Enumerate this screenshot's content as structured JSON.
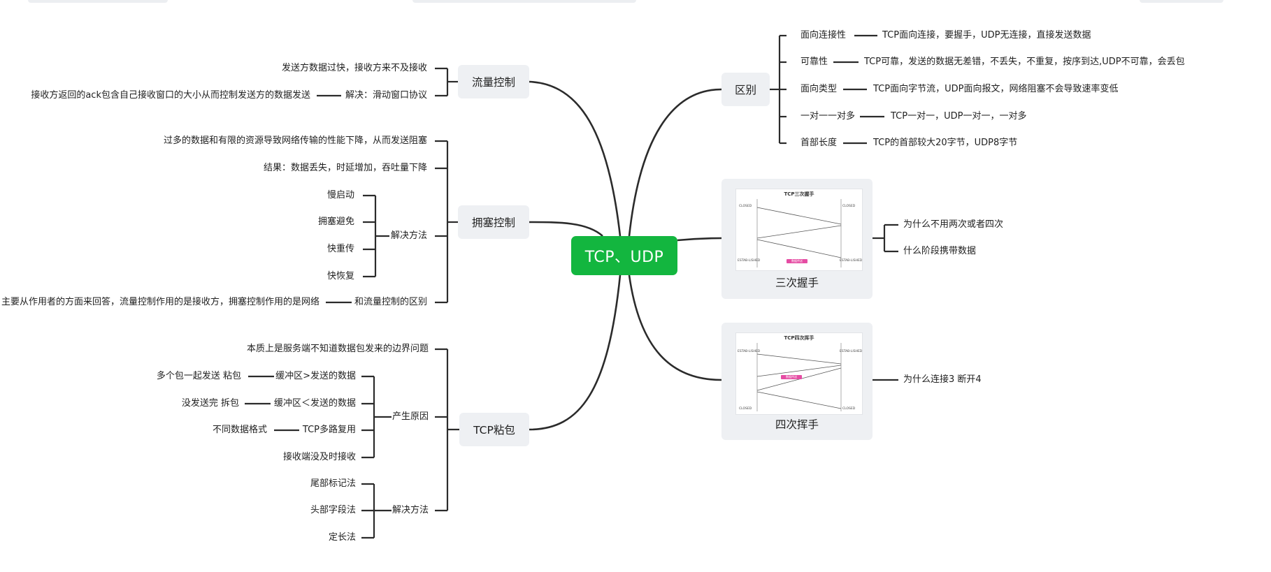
{
  "root": {
    "label": "TCP、UDP"
  },
  "difference": {
    "label": "区别",
    "items": [
      {
        "key": "面向连接性",
        "detail": "TCP面向连接，要握手，UDP无连接，直接发送数据"
      },
      {
        "key": "可靠性",
        "detail": "TCP可靠，发送的数据无差错，不丢失，不重复，按序到达,UDP不可靠，会丢包"
      },
      {
        "key": "面向类型",
        "detail": "TCP面向字节流，UDP面向报文，网络阻塞不会导致速率变低"
      },
      {
        "key": "一对一一对多",
        "detail": "TCP一对一，UDP一对一，一对多"
      },
      {
        "key": "首部长度",
        "detail": "TCP的首部较大20字节，UDP8字节"
      }
    ]
  },
  "handshake": {
    "label": "三次握手",
    "image_title": "TCP三次握手",
    "image_labels": {
      "left_top": "CLOSED",
      "right_top": "CLOSED",
      "left_bottom": "ESTAB-LISHED",
      "right_bottom": "ESTAB-LISHED",
      "tag": "数据传送"
    },
    "items": [
      "为什么不用两次或者四次",
      "什么阶段携带数据"
    ]
  },
  "wave": {
    "label": "四次挥手",
    "image_title": "TCP四次挥手",
    "image_labels": {
      "left_top": "ESTAB-LISHED",
      "right_top": "ESTAB-LISHED",
      "left_bottom": "CLOSED",
      "right_bottom": "CLOSED",
      "tag": "数据传送"
    },
    "items": [
      "为什么连接3 断开4"
    ]
  },
  "flow": {
    "label": "流量控制",
    "reason": "发送方数据过快，接收方来不及接收",
    "solution": "解决：滑动窗口协议",
    "solution_detail": "接收方返回的ack包含自己接收窗口的大小从而控制发送方的数据发送"
  },
  "congestion": {
    "label": "拥塞控制",
    "cause": "过多的数据和有限的资源导致网络传输的性能下降，从而发送阻塞",
    "result": "结果：数据丢失，时延增加，吞吐量下降",
    "methods_label": "解决方法",
    "methods": [
      "慢启动",
      "拥塞避免",
      "快重传",
      "快恢复"
    ],
    "diff_label": "和流量控制的区别",
    "diff_detail": "主要从作用者的方面来回答，流量控制作用的是接收方，拥塞控制作用的是网络"
  },
  "sticky": {
    "label": "TCP粘包",
    "essence": "本质上是服务端不知道数据包发来的边界问题",
    "causes_label": "产生原因",
    "causes": [
      {
        "key": "缓冲区>发送的数据",
        "detail": "多个包一起发送 粘包"
      },
      {
        "key": "缓冲区＜发送的数据",
        "detail": "没发送完 拆包"
      },
      {
        "key": "TCP多路复用",
        "detail": "不同数据格式"
      },
      {
        "key": "接收端没及时接收",
        "detail": ""
      }
    ],
    "solutions_label": "解决方法",
    "solutions": [
      "尾部标记法",
      "头部字段法",
      "定长法"
    ]
  },
  "colors": {
    "root": "#13b63f",
    "node": "#eef0f3",
    "line": "#2b2b2b"
  }
}
